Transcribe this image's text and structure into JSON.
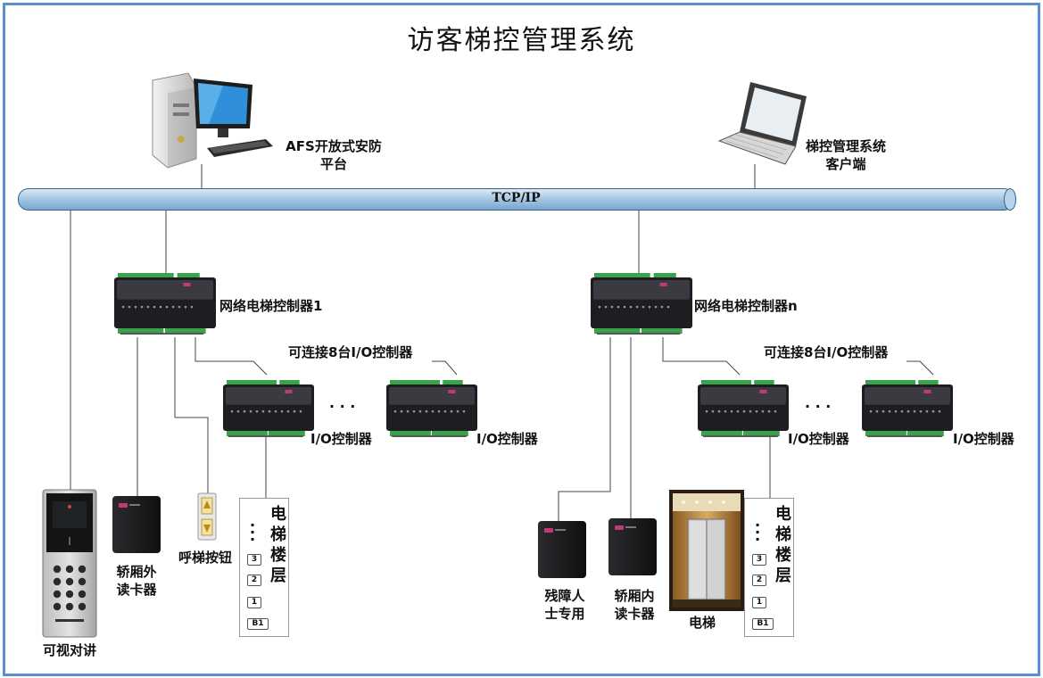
{
  "title": "访客梯控管理系统",
  "network": {
    "bus_label": "TCP/IP"
  },
  "platform": {
    "label_line1": "AFS开放式安防",
    "label_line2": "平台"
  },
  "client": {
    "label_line1": "梯控管理系统",
    "label_line2": "客户端"
  },
  "left_group": {
    "controller_label": "网络电梯控制器1",
    "io_note": "可连接8台I/O控制器",
    "io_label_a": "I/O控制器",
    "io_label_b": "I/O控制器",
    "ellipsis": "· · ·",
    "intercom_label": "可视对讲",
    "reader_label_line1": "轿厢外",
    "reader_label_line2": "读卡器",
    "call_button_label": "呼梯按钮",
    "floors": [
      "3",
      "2",
      "1",
      "B1"
    ],
    "floor_label": [
      "电",
      "梯",
      "楼",
      "层"
    ]
  },
  "right_group": {
    "controller_label": "网络电梯控制器n",
    "io_note": "可连接8台I/O控制器",
    "io_label_a": "I/O控制器",
    "io_label_b": "I/O控制器",
    "ellipsis": "· · ·",
    "accessible_label_line1": "残障人",
    "accessible_label_line2": "士专用",
    "reader_label_line1": "轿厢内",
    "reader_label_line2": "读卡器",
    "elevator_label": "电梯",
    "floors": [
      "3",
      "2",
      "1",
      "B1"
    ],
    "floor_label": [
      "电",
      "梯",
      "楼",
      "层"
    ]
  },
  "colors": {
    "frame": "#5b8fd4",
    "bus_fill": "#9fc1e0",
    "device_body": "#1e1e22",
    "terminal": "#3aa24a"
  }
}
